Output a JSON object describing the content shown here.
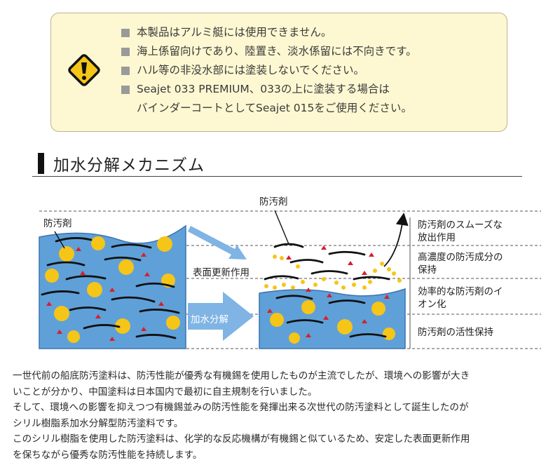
{
  "warnings": {
    "icon": "warning-diamond-icon",
    "items": [
      "本製品はアルミ艇には使用できません。",
      "海上係留向けであり、陸置き、淡水係留には不向きです。",
      "ハル等の非没水部には塗装しないでください。",
      "Seajet 033 PREMIUM、033の上に塗装する場合は"
    ],
    "item4_line2": "バインダーコートとしてSeajet 015をご使用ください。"
  },
  "section": {
    "title": "加水分解メカニズム"
  },
  "diagram": {
    "left_label": "防汚剤",
    "top_label": "防汚剤",
    "arrow_upper_label": "表面更新作用",
    "arrow_lower_label": "加水分解",
    "right_labels": [
      {
        "line1": "防汚剤のスムーズな",
        "line2": "放出作用"
      },
      {
        "line1": "高濃度の防汚成分の",
        "line2": "保持"
      },
      {
        "line1": "効率的な防汚剤のイ",
        "line2": "オン化"
      },
      {
        "line1": "防汚剤の活性保持",
        "line2": ""
      }
    ],
    "colors": {
      "water": "#5fa0d8",
      "water_edge": "#3a74b0",
      "particle": "#f5c518",
      "ion": "#d81e2a",
      "arrow": "#7fb4e4",
      "bullet": "#9a9a9a"
    }
  },
  "body": {
    "paragraphs": [
      "一世代前の船底防汚塗料は、防汚性能が優秀な有機錫を使用したものが主流でしたが、環境への影響が大き",
      "いことが分かり、中国塗料は日本国内で最初に自主規制を行いました。",
      "そして、環境への影響を抑えつつ有機錫並みの防汚性能を発揮出来る次世代の防汚塗料として誕生したのが",
      "シリル樹脂系加水分解型防汚塗料です。",
      "このシリル樹脂を使用した防汚塗料は、化学的な反応機構が有機錫と似ているため、安定した表面更新作用",
      "を保ちながら優秀な防汚性能を持続します。"
    ]
  }
}
